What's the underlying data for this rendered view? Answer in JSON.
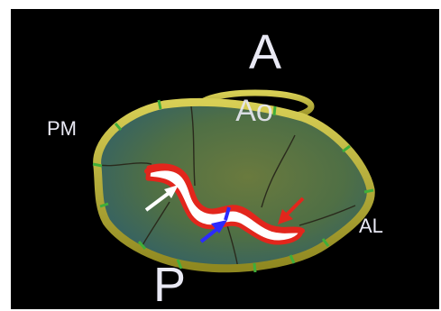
{
  "labels": {
    "anterior": "A",
    "aorta": "Ao",
    "posteromedial": "PM",
    "anterolateral": "AL",
    "posterior": "P"
  },
  "colors": {
    "background": "#000000",
    "annulus_ring": "#b3ab2d",
    "leaflet_surface": "#4f6f45",
    "coaptation_line": "#e2261c",
    "white_arrow": "#ffffff",
    "blue_arrow": "#2b2bff",
    "red_arrow": "#e2261c",
    "label_text": "#e9e9f4"
  },
  "icons": {
    "white_arrow": "arrow-icon",
    "blue_arrow": "arrow-icon",
    "red_arrow": "arrow-icon"
  }
}
